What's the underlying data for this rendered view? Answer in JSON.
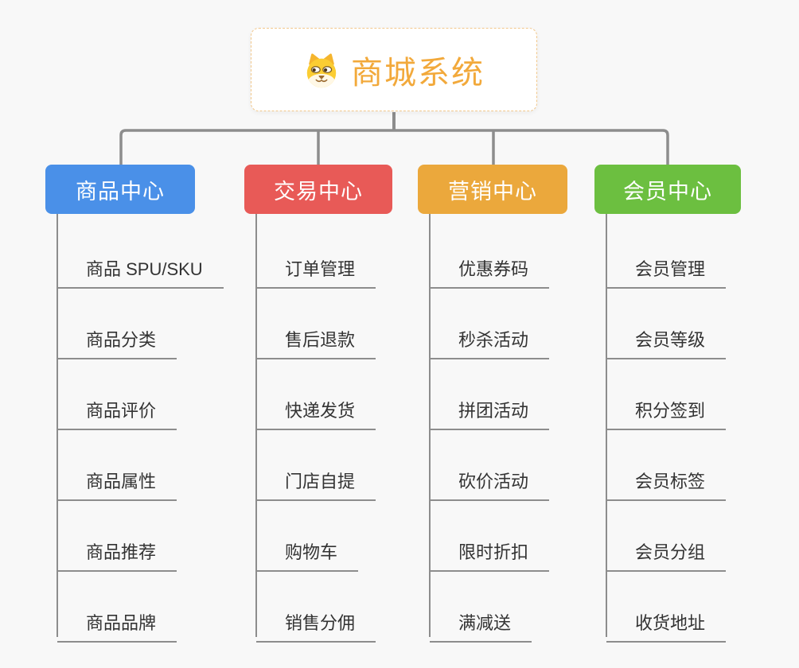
{
  "root": {
    "title": "商城系统",
    "icon": "dog-face-icon",
    "title_color": "#f2a93b",
    "border_color": "#f2c88c"
  },
  "connector_color": "#8d8d8d",
  "text_color": "#333333",
  "branches": [
    {
      "label": "商品中心",
      "color": "#4a90e8",
      "children": [
        "商品 SPU/SKU",
        "商品分类",
        "商品评价",
        "商品属性",
        "商品推荐",
        "商品品牌"
      ]
    },
    {
      "label": "交易中心",
      "color": "#e85a57",
      "children": [
        "订单管理",
        "售后退款",
        "快递发货",
        "门店自提",
        "购物车",
        "销售分佣"
      ]
    },
    {
      "label": "营销中心",
      "color": "#eba83c",
      "children": [
        "优惠券码",
        "秒杀活动",
        "拼团活动",
        "砍价活动",
        "限时折扣",
        "满减送"
      ]
    },
    {
      "label": "会员中心",
      "color": "#6cbf40",
      "children": [
        "会员管理",
        "会员等级",
        "积分签到",
        "会员标签",
        "会员分组",
        "收货地址"
      ]
    }
  ]
}
